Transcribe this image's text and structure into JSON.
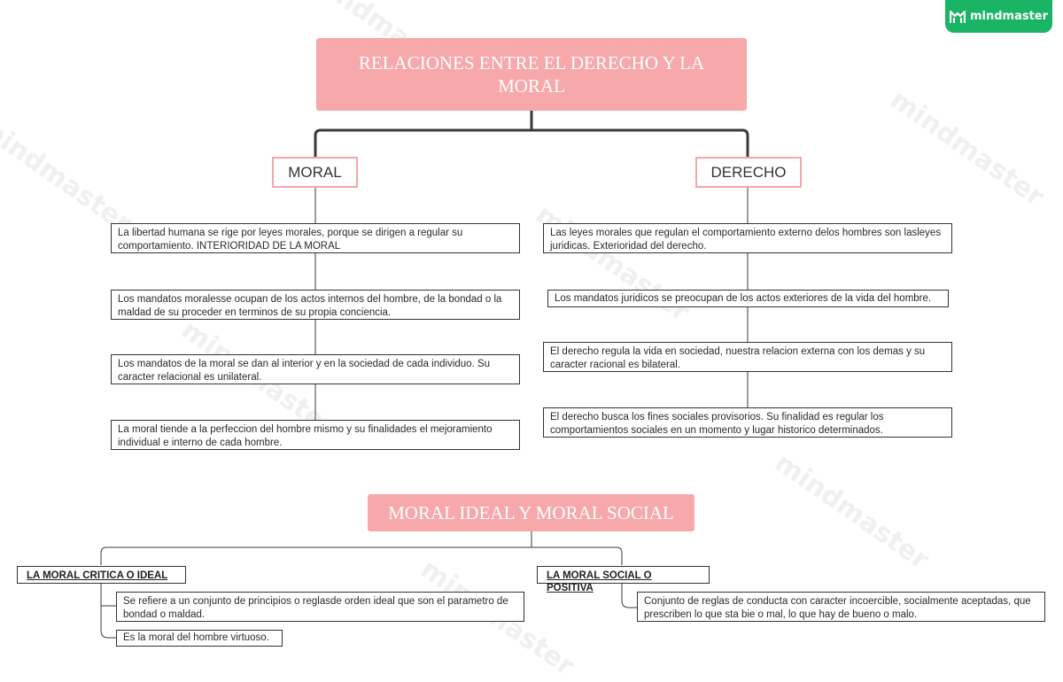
{
  "brand": {
    "logo_icon": "mindmaster-logo-icon",
    "name": "mindmaster",
    "color": "#19b565"
  },
  "watermark_text": "mindmaster",
  "map1": {
    "title": "RELACIONES ENTRE EL DERECHO Y LA MORAL",
    "moral": {
      "label": "MORAL",
      "items": [
        "La libertad humana se rige por leyes morales, porque se dirigen a regular su comportamiento. INTERIORIDAD DE LA MORAL",
        "Los mandatos moralesse ocupan de los actos internos del hombre, de la bondad o la maldad de su proceder en terminos de su propia conciencia.",
        "Los mandatos de la moral se dan al interior y en la sociedad de cada individuo. Su caracter relacional es unilateral.",
        "La moral tiende a la perfeccion del hombre mismo y su finalidades el mejoramiento individual e interno de cada hombre."
      ]
    },
    "derecho": {
      "label": "DERECHO",
      "items": [
        "Las leyes morales que regulan el comportamiento externo delos hombres son lasleyes juridicas. Exterioridad del derecho.",
        "Los mandatos juridicos se preocupan de los actos exteriores de la vida del hombre.",
        "El derecho regula la vida en sociedad, nuestra relacion externa con los demas y su caracter racional es bilateral.",
        "El derecho busca los fines sociales provisorios. Su finalidad es regular los comportamientos sociales en un momento y lugar historico determinados."
      ]
    }
  },
  "map2": {
    "title": "MORAL IDEAL Y MORAL SOCIAL",
    "left": {
      "label": "LA MORAL CRITICA O IDEAL",
      "items": [
        "Se refiere a un conjunto de principios o reglasde orden ideal que son el parametro de bondad o maldad.",
        "Es la moral del hombre virtuoso."
      ]
    },
    "right": {
      "label": "LA MORAL SOCIAL O POSITIVA",
      "items": [
        "Conjunto de reglas de conducta con caracter incoercible, socialmente aceptadas, que prescriben lo que sta bie o mal, lo que hay de bueno o malo."
      ]
    }
  },
  "colors": {
    "title_bg": "#f6a8aa",
    "category_border": "#f2a6a9",
    "line": "#3a3a3a"
  }
}
